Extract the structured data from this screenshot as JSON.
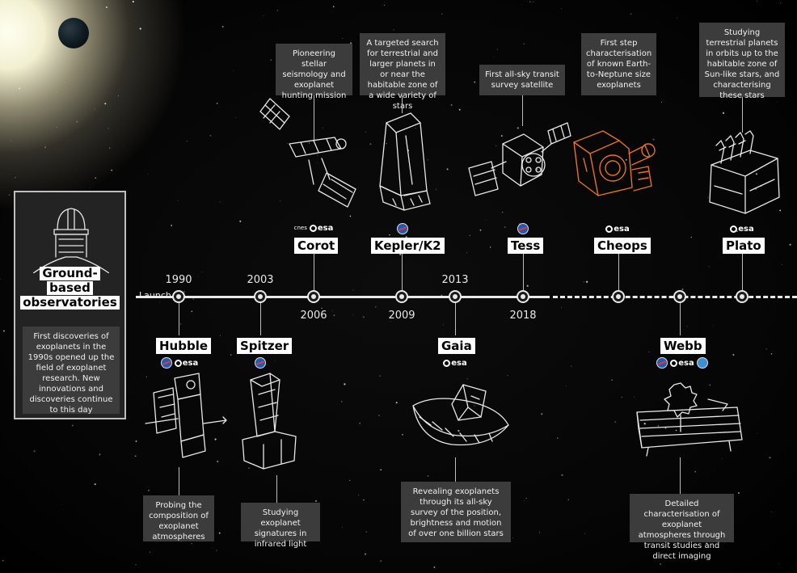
{
  "timeline": {
    "launch_label": "Launch"
  },
  "ground": {
    "title_lines": [
      "Ground-",
      "based",
      "observatories"
    ],
    "description": "First discoveries of exoplanets in the 1990s opened up the field of exoplanet research. New innovations and discoveries continue to this day"
  },
  "missions": [
    {
      "name": "Hubble",
      "year": "1990",
      "description": "Probing the composition of exoplanet atmospheres",
      "agencies": [
        "nasa-logo",
        "esa-logo"
      ]
    },
    {
      "name": "Spitzer",
      "year": "2003",
      "description": "Studying exoplanet signatures in infrared light",
      "agencies": [
        "nasa-logo"
      ]
    },
    {
      "name": "Corot",
      "year": "2006",
      "description": "Pioneering stellar seismology and exoplanet hunting mission",
      "agencies": [
        "cnes-logo",
        "esa-logo"
      ],
      "agency_text": "cnes"
    },
    {
      "name": "Kepler/K2",
      "year": "2009",
      "description": "A targeted search for terrestrial and larger planets in or near the habitable zone of a wide variety of stars",
      "agencies": [
        "nasa-logo"
      ]
    },
    {
      "name": "Gaia",
      "year": "2013",
      "description": "Revealing exoplanets through its all-sky survey of the position, brightness and motion of over one billion stars",
      "agencies": [
        "esa-logo"
      ]
    },
    {
      "name": "Tess",
      "year": "2018",
      "description": "First all-sky transit survey satellite",
      "agencies": [
        "nasa-logo"
      ]
    },
    {
      "name": "Cheops",
      "year": "",
      "description": "First step characterisation of known Earth-to-Neptune size exoplanets",
      "agencies": [
        "esa-logo"
      ]
    },
    {
      "name": "Webb",
      "year": "",
      "description": "Detailed characterisation of exoplanet atmospheres through transit studies and direct imaging",
      "agencies": [
        "nasa-logo",
        "esa-logo",
        "csa-logo"
      ]
    },
    {
      "name": "Plato",
      "year": "",
      "description": "Studying terrestrial planets in orbits up to the habitable zone of Sun-like stars, and characterising these stars",
      "agencies": [
        "esa-logo"
      ]
    }
  ],
  "esa_text": "esa",
  "colors": {
    "background": "#000000",
    "timeline": "#e8e8e8",
    "desc_box": "#3c3c3c",
    "cheops_accent": "#e8731e"
  }
}
